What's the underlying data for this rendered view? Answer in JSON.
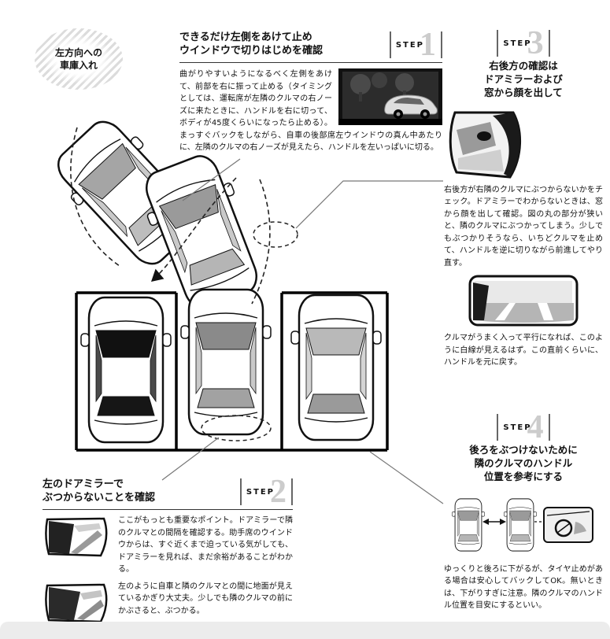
{
  "badge": {
    "line1": "左方向への",
    "line2": "車庫入れ"
  },
  "step1": {
    "word": "STEP",
    "number": "1",
    "title1": "できるだけ左側をあけて止め",
    "title2": "ウインドウで切りはじめを確認",
    "body": "曲がりやすいようになるべく左側をあけて、前部を右に振って止める（タイミングとしては、運転席が左隣のクルマの右ノーズに来たときに、ハンドルを右に切って、ボディが45度くらいになったら止める）。まっすぐバックをしながら、自車の後部席左ウインドウの真ん中あたりに、左隣のクルマの右ノーズが見えたら、ハンドルを左いっぱいに切る。"
  },
  "step2": {
    "word": "STEP",
    "number": "2",
    "title1": "左のドアミラーで",
    "title2": "ぶつからないことを確認",
    "body1": "ここがもっとも重要なポイント。ドアミラーで隣のクルマとの間隔を確認する。助手席のウインドウからは、すぐ近くまで迫っている気がしても、ドアミラーを見れば、まだ余裕があることがわかる。",
    "body2": "左のように自車と隣のクルマとの間に地面が見えているかぎり大丈夫。少しでも隣のクルマの前にかぶさると、ぶつかる。"
  },
  "step3": {
    "word": "STEP",
    "number": "3",
    "title1": "右後方の確認は",
    "title2": "ドアミラーおよび",
    "title3": "窓から顔を出して",
    "body1": "右後方が右隣のクルマにぶつからないかをチェック。ドアミラーでわからないときは、窓から顔を出して確認。図の丸の部分が狭いと、隣のクルマにぶつかってしまう。少しでもぶつかりそうなら、いちどクルマを止めて、ハンドルを逆に切りながら前進してやり直す。",
    "body2": "クルマがうまく入って平行になれば、このように白線が見えるはず。この直前くらいに、ハンドルを元に戻す。"
  },
  "step4": {
    "word": "STEP",
    "number": "4",
    "title1": "後ろをぶつけないために",
    "title2": "隣のクルマのハンドル",
    "title3": "位置を参考にする",
    "body": "ゆっくりと後ろに下がるが、タイヤ止めがある場合は安心してバックしてOK。無いときは、下がりすぎに注意。隣のクルマのハンドル位置を目安にするといい。"
  },
  "colors": {
    "ink": "#111111",
    "step_number_gray": "#cccccc",
    "bottom_strip": "#ececec"
  }
}
